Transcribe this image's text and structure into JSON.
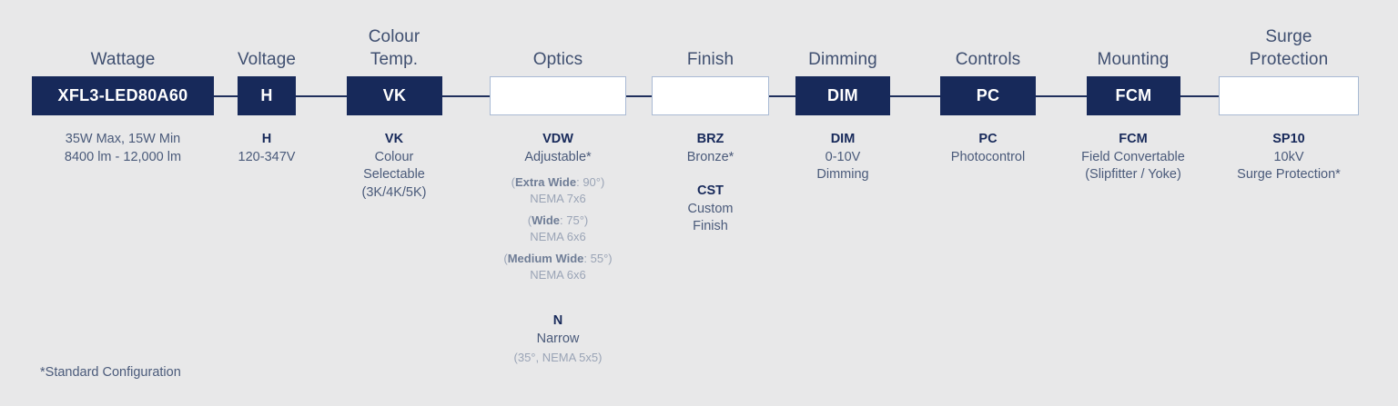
{
  "theme": {
    "background": "#e8e8e9",
    "navy": "#17295a",
    "box_border_empty": "#a9bad4",
    "text_primary": "#3f4f70",
    "text_secondary": "#4a5a7a",
    "text_muted": "#9aa4b6",
    "connector": "#20305d"
  },
  "footnote": "*Standard Configuration",
  "columns": [
    {
      "header": "Wattage",
      "box": {
        "label": "XFL3-LED80A60",
        "filled": true
      },
      "options": [
        {
          "code": "",
          "text": "35W Max, 15W Min",
          "text2": "8400 lm  - 12,000 lm",
          "subs": []
        }
      ]
    },
    {
      "header": "Voltage",
      "box": {
        "label": "H",
        "filled": true
      },
      "options": [
        {
          "code": "H",
          "text": "120-347V",
          "subs": []
        }
      ]
    },
    {
      "header": "Colour Temp.",
      "header_line1": "Colour",
      "header_line2": "Temp.",
      "box": {
        "label": "VK",
        "filled": true
      },
      "options": [
        {
          "code": "VK",
          "text": "Colour",
          "text2": "Selectable",
          "text3": "(3K/4K/5K)",
          "subs": []
        }
      ]
    },
    {
      "header": "Optics",
      "box": {
        "label": "",
        "filled": false
      },
      "options": [
        {
          "code": "VDW",
          "text": "Adjustable*",
          "subs": [
            {
              "prefix": "(",
              "bold": "Extra Wide",
              "rest": ": 90°)",
              "line2": "NEMA 7x6"
            },
            {
              "prefix": "(",
              "bold": "Wide",
              "rest": ": 75°)",
              "line2": "NEMA 6x6"
            },
            {
              "prefix": "(",
              "bold": "Medium Wide",
              "rest": ": 55°)",
              "line2": "NEMA 6x6"
            }
          ]
        },
        {
          "code": "N",
          "text": "Narrow",
          "subs": [
            {
              "prefix": "",
              "bold": "",
              "rest": "(35°, NEMA 5x5)",
              "line2": ""
            }
          ],
          "big_gap_before": true
        }
      ]
    },
    {
      "header": "Finish",
      "box": {
        "label": "",
        "filled": false
      },
      "options": [
        {
          "code": "BRZ",
          "text": "Bronze*",
          "subs": []
        },
        {
          "code": "CST",
          "text": "Custom",
          "text2": "Finish",
          "subs": []
        }
      ]
    },
    {
      "header": "Dimming",
      "box": {
        "label": "DIM",
        "filled": true
      },
      "options": [
        {
          "code": "DIM",
          "text": "0-10V",
          "text2": "Dimming",
          "subs": []
        }
      ]
    },
    {
      "header": "Controls",
      "box": {
        "label": "PC",
        "filled": true
      },
      "options": [
        {
          "code": "PC",
          "text": "Photocontrol",
          "subs": []
        }
      ]
    },
    {
      "header": "Mounting",
      "box": {
        "label": "FCM",
        "filled": true
      },
      "options": [
        {
          "code": "FCM",
          "text": "Field Convertable",
          "text2": "(Slipfitter / Yoke)",
          "subs": []
        }
      ]
    },
    {
      "header": "Surge Protection",
      "header_line1": "Surge",
      "header_line2": "Protection",
      "box": {
        "label": "",
        "filled": false
      },
      "options": [
        {
          "code": "SP10",
          "text": "10kV",
          "text2": "Surge Protection*",
          "subs": []
        }
      ]
    }
  ]
}
